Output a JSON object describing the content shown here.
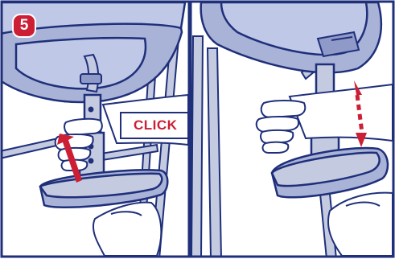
{
  "step": {
    "number": "5"
  },
  "callout": {
    "click_label": "CLICK"
  },
  "colors": {
    "outline": "#1f2f7a",
    "seat_fill": "#bfc8e6",
    "seat_dark": "#a9b3d8",
    "frame_fill": "#c4cbe0",
    "skin": "#ffffff",
    "accent_red": "#cc1f35",
    "badge_fill": "#cc1f35",
    "panel_border": "#1f2f7a"
  },
  "icons": {
    "up_arrow": "red-up-arrow",
    "adjust_arrow": "red-dashed-double-arrow"
  }
}
